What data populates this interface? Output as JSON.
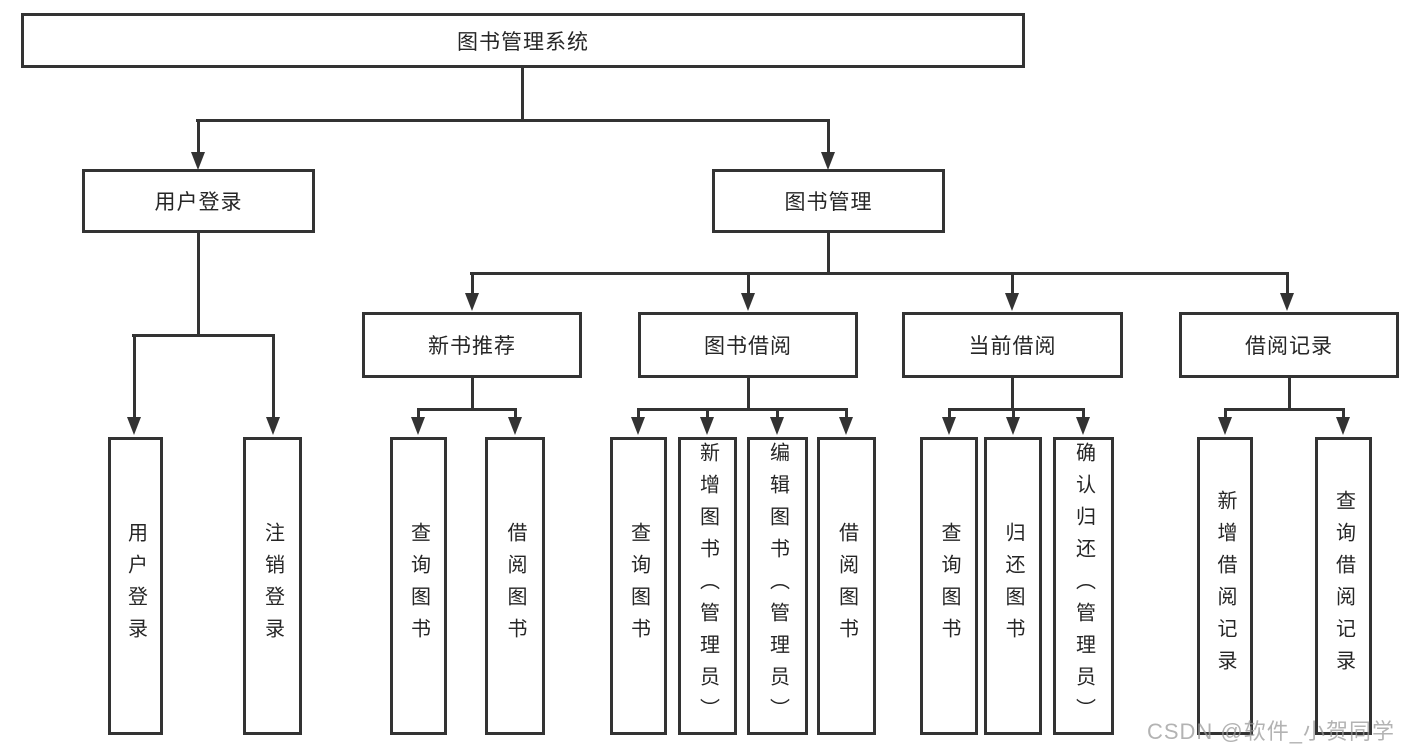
{
  "diagram": {
    "root_label": "图书管理系统",
    "nodes": {
      "user_login": "用户登录",
      "book_management": "图书管理",
      "new_book_recommend": "新书推荐",
      "book_borrowing": "图书借阅",
      "current_borrowing": "当前借阅",
      "borrowing_records": "借阅记录"
    },
    "leaves": {
      "user_login_children": [
        "用户登录",
        "注销登录"
      ],
      "new_book_recommend_children": [
        "查询图书",
        "借阅图书"
      ],
      "book_borrowing_children": [
        "查询图书",
        "新增图书（管理员）",
        "编辑图书（管理员）",
        "借阅图书"
      ],
      "current_borrowing_children": [
        "查询图书",
        "归还图书",
        "确认归还（管理员）"
      ],
      "borrowing_records_children": [
        "新增借阅记录",
        "查询借阅记录"
      ]
    },
    "watermark": "CSDN @软件_小贺同学",
    "colors": {
      "line": "#333333",
      "text": "#262626",
      "watermark": "#9a9a9a",
      "background": "#ffffff"
    }
  }
}
